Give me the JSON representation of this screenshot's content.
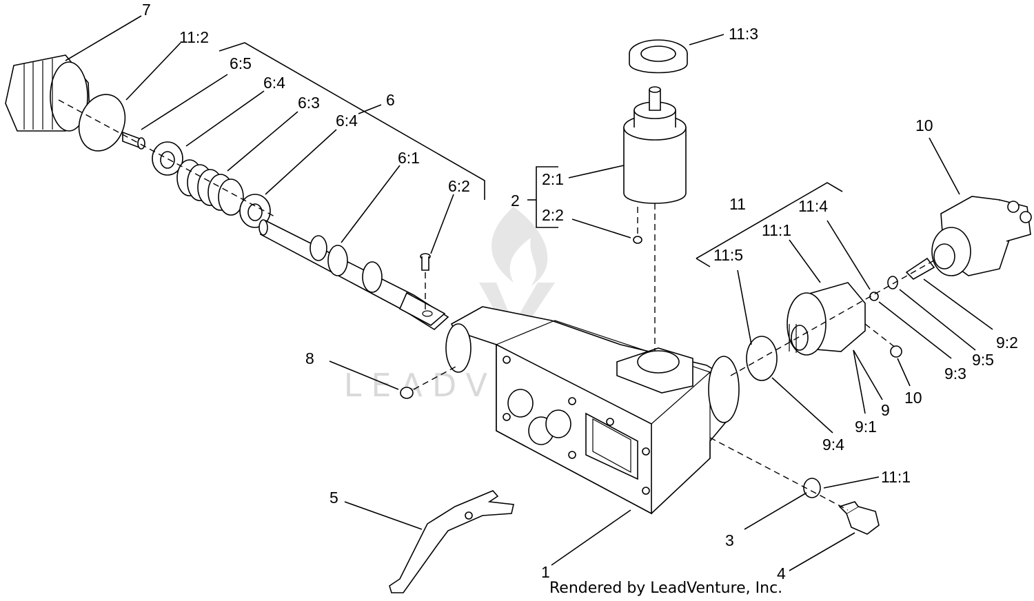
{
  "watermark": {
    "brand": "LEADVENTURE"
  },
  "credit": "Rendered by LeadVenture, Inc.",
  "callouts": {
    "c7": "7",
    "c11_2": "11:2",
    "c6_5": "6:5",
    "c6_4a": "6:4",
    "c6_3": "6:3",
    "c6": "6",
    "c6_4b": "6:4",
    "c6_1": "6:1",
    "c6_2": "6:2",
    "c11_3": "11:3",
    "c2": "2",
    "c2_1": "2:1",
    "c2_2": "2:2",
    "c10a": "10",
    "c11": "11",
    "c11_4": "11:4",
    "c11_1a": "11:1",
    "c11_5": "11:5",
    "c9_2": "9:2",
    "c9_5": "9:5",
    "c9_3": "9:3",
    "c10b": "10",
    "c9": "9",
    "c9_1": "9:1",
    "c9_4": "9:4",
    "c8": "8",
    "c11_1b": "11:1",
    "c3": "3",
    "c4": "4",
    "c5": "5",
    "c1": "1"
  }
}
